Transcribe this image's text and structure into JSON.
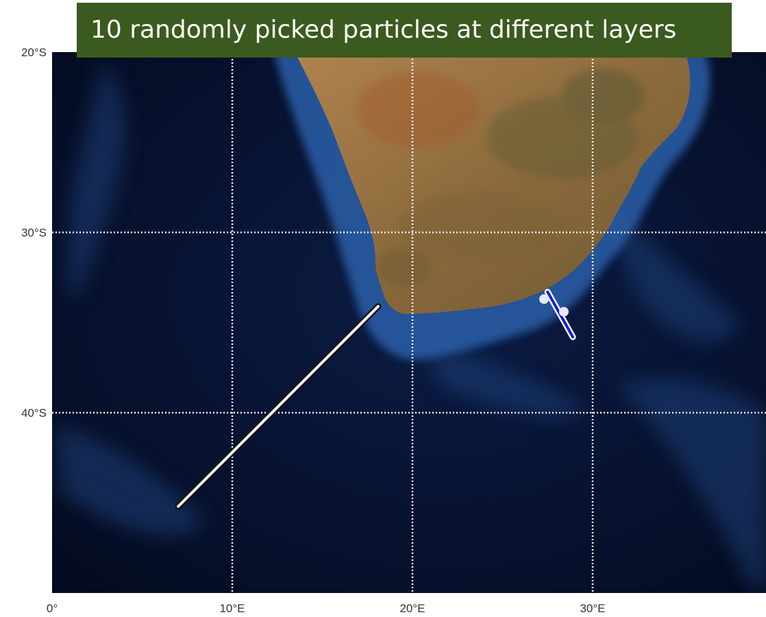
{
  "title": "10 randomly picked particles at different layers",
  "map": {
    "lon_range": [
      0,
      40
    ],
    "lat_range": [
      -50,
      -20
    ],
    "lon_ticks": [
      {
        "value": 0,
        "label": "0°"
      },
      {
        "value": 10,
        "label": "10°E"
      },
      {
        "value": 20,
        "label": "20°E"
      },
      {
        "value": 30,
        "label": "30°E"
      }
    ],
    "lat_ticks": [
      {
        "value": -20,
        "label": "20°S"
      },
      {
        "value": -30,
        "label": "30°S"
      },
      {
        "value": -40,
        "label": "40°S"
      }
    ],
    "grid": true,
    "colors": {
      "ocean_deep": "#050d24",
      "ocean_shelf": "#2a5fa8",
      "land": "#8a6a3f",
      "banner": "#3b5a1f"
    },
    "trajectories": [
      {
        "color": "#ffffff",
        "points": [
          [
            7.0,
            -45.2
          ],
          [
            18.1,
            -34.1
          ]
        ]
      },
      {
        "color": "#1a1adb",
        "points": [
          [
            27.5,
            -33.3
          ],
          [
            28.9,
            -35.8
          ]
        ]
      }
    ],
    "markers": [
      {
        "lon": 27.3,
        "lat": -33.7,
        "color": "#e8e8f0"
      },
      {
        "lon": 28.4,
        "lat": -34.4,
        "color": "#e8e8f0"
      }
    ]
  }
}
